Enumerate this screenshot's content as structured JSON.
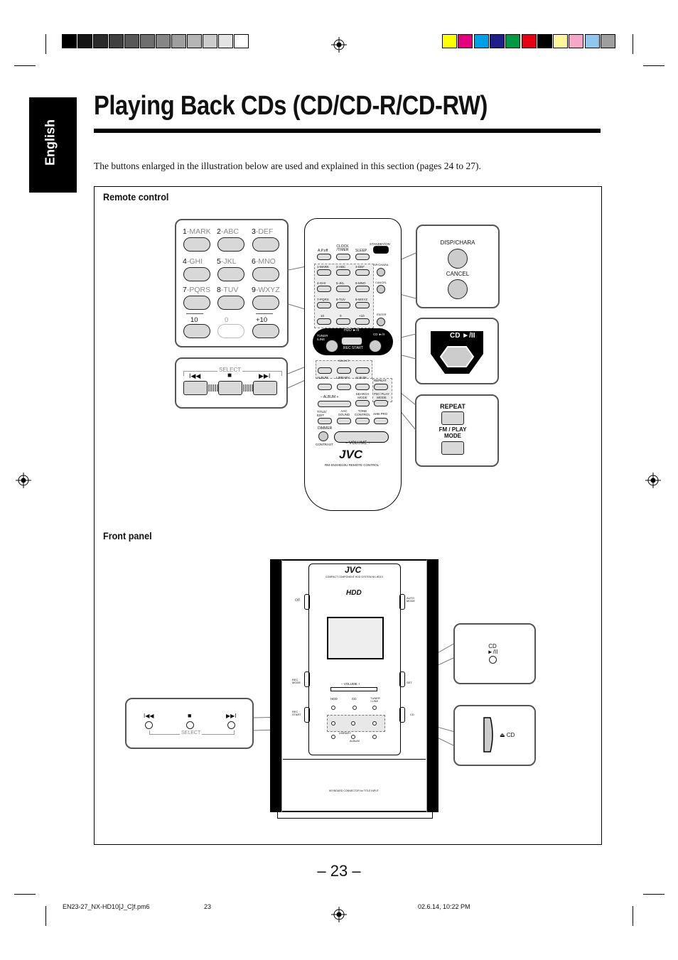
{
  "page": {
    "title": "Playing Back CDs (CD/CD-R/CD-RW)",
    "language_tab": "English",
    "intro": "The buttons enlarged in the illustration below are used and explained in this section (pages 24 to 27).",
    "page_number": "– 23 –"
  },
  "remote_section": {
    "heading": "Remote control",
    "keypad": {
      "keys": [
        {
          "num": "1",
          "letters": "-MARK"
        },
        {
          "num": "2",
          "letters": "-ABC"
        },
        {
          "num": "3",
          "letters": "-DEF"
        },
        {
          "num": "4",
          "letters": "-GHI"
        },
        {
          "num": "5",
          "letters": "-JKL"
        },
        {
          "num": "6",
          "letters": "-MNO"
        },
        {
          "num": "7",
          "letters": "-PQRS"
        },
        {
          "num": "8",
          "letters": "-TUV"
        },
        {
          "num": "9",
          "letters": "-WXYZ"
        }
      ],
      "bottom": [
        "10",
        "0",
        "+10"
      ]
    },
    "select_label": "SELECT",
    "select_prev": "I◀◀",
    "select_stop": "■",
    "select_next": "▶▶I",
    "disp_chara": "DISP/CHARA",
    "cancel": "CANCEL",
    "cd_play": "CD ►/II",
    "repeat": "REPEAT",
    "fm_play_mode": "FM / PLAY MODE",
    "remote_body": {
      "standby": "STANDBY/ON",
      "apoff": "A.P.off",
      "clock": "CLOCK /TIMER",
      "sleep": "SLEEP",
      "disp": "DISP/CHARA",
      "cancel": "CANCEL",
      "enter": "ENTER",
      "hdd": "HDD ►/II",
      "cd": "CD ►/II",
      "tuner": "TUNER /LINE",
      "rec_start": "REC START",
      "select": "SELECT",
      "album_l": "ALBUM",
      "library": "LIBRARY",
      "album_r": "ALBUM",
      "repeat": "REPEAT",
      "search": "SEARCH MODE",
      "fmplay": "FM / PLAY MODE",
      "album_pm": "– ALBUM +",
      "title_edit": "TITLE/ EDIT",
      "aac": "AAC SOUND",
      "tone": "TONE CONTROL",
      "ahb": "AHB PRO",
      "dimmer": "DIMMER",
      "contrast": "CONTRAST",
      "volume": "– VOLUME +",
      "brand": "JVC",
      "model": "RM-SNXHD10U  REMOTE CONTROL",
      "keys": [
        "1-MARK",
        "2-ABC",
        "3-DEF",
        "4-GHI",
        "5-JKL",
        "6-MNO",
        "7-PQRS",
        "8-TUV",
        "9-WXYZ",
        "10",
        "0",
        "+10"
      ]
    }
  },
  "front_section": {
    "heading": "Front panel",
    "brand": "JVC",
    "system_name": "COMPACT COMPONENT HDD SYSTEM NX-HD10",
    "hdd_logo": "HDD",
    "standby": "⏻/I",
    "auto_mode": "AUTO MODE",
    "rec_mode": "REC MODE",
    "rec_start": "REC START",
    "volume": "– VOLUME +",
    "hdd_label": "HDD",
    "cd_label": "CD",
    "tuner_line": "TUNER / LINE",
    "set": "SET",
    "eject_cd": "CD",
    "select": "SELECT",
    "library": "LIBRARY",
    "album": "ALBUM",
    "keyboard": "KEYBOARD CONNECTOR for TITLE INPUT",
    "callout_cd": "CD",
    "callout_cd_play": "►/II",
    "callout_eject": "⏏ CD",
    "select_prev": "I◀◀",
    "select_stop": "■",
    "select_next": "▶▶I",
    "select_label": "SELECT"
  },
  "footer": {
    "file": "EN23-27_NX-HD10[J_C]f.pm6",
    "page": "23",
    "date": "02.6.14, 10:22 PM"
  },
  "colors": {
    "gray_swatches": [
      "#000000",
      "#141414",
      "#2b2b2b",
      "#404040",
      "#585858",
      "#6e6e6e",
      "#868686",
      "#9e9e9e",
      "#b5b5b5",
      "#cccccc",
      "#e4e4e4",
      "#ffffff"
    ],
    "color_swatches": [
      "#ffff00",
      "#e4007f",
      "#00a0e9",
      "#1d2088",
      "#009944",
      "#e60012",
      "#000000",
      "#fff799",
      "#f4a7c6",
      "#8fc7ed",
      "#9e9e9e"
    ]
  }
}
